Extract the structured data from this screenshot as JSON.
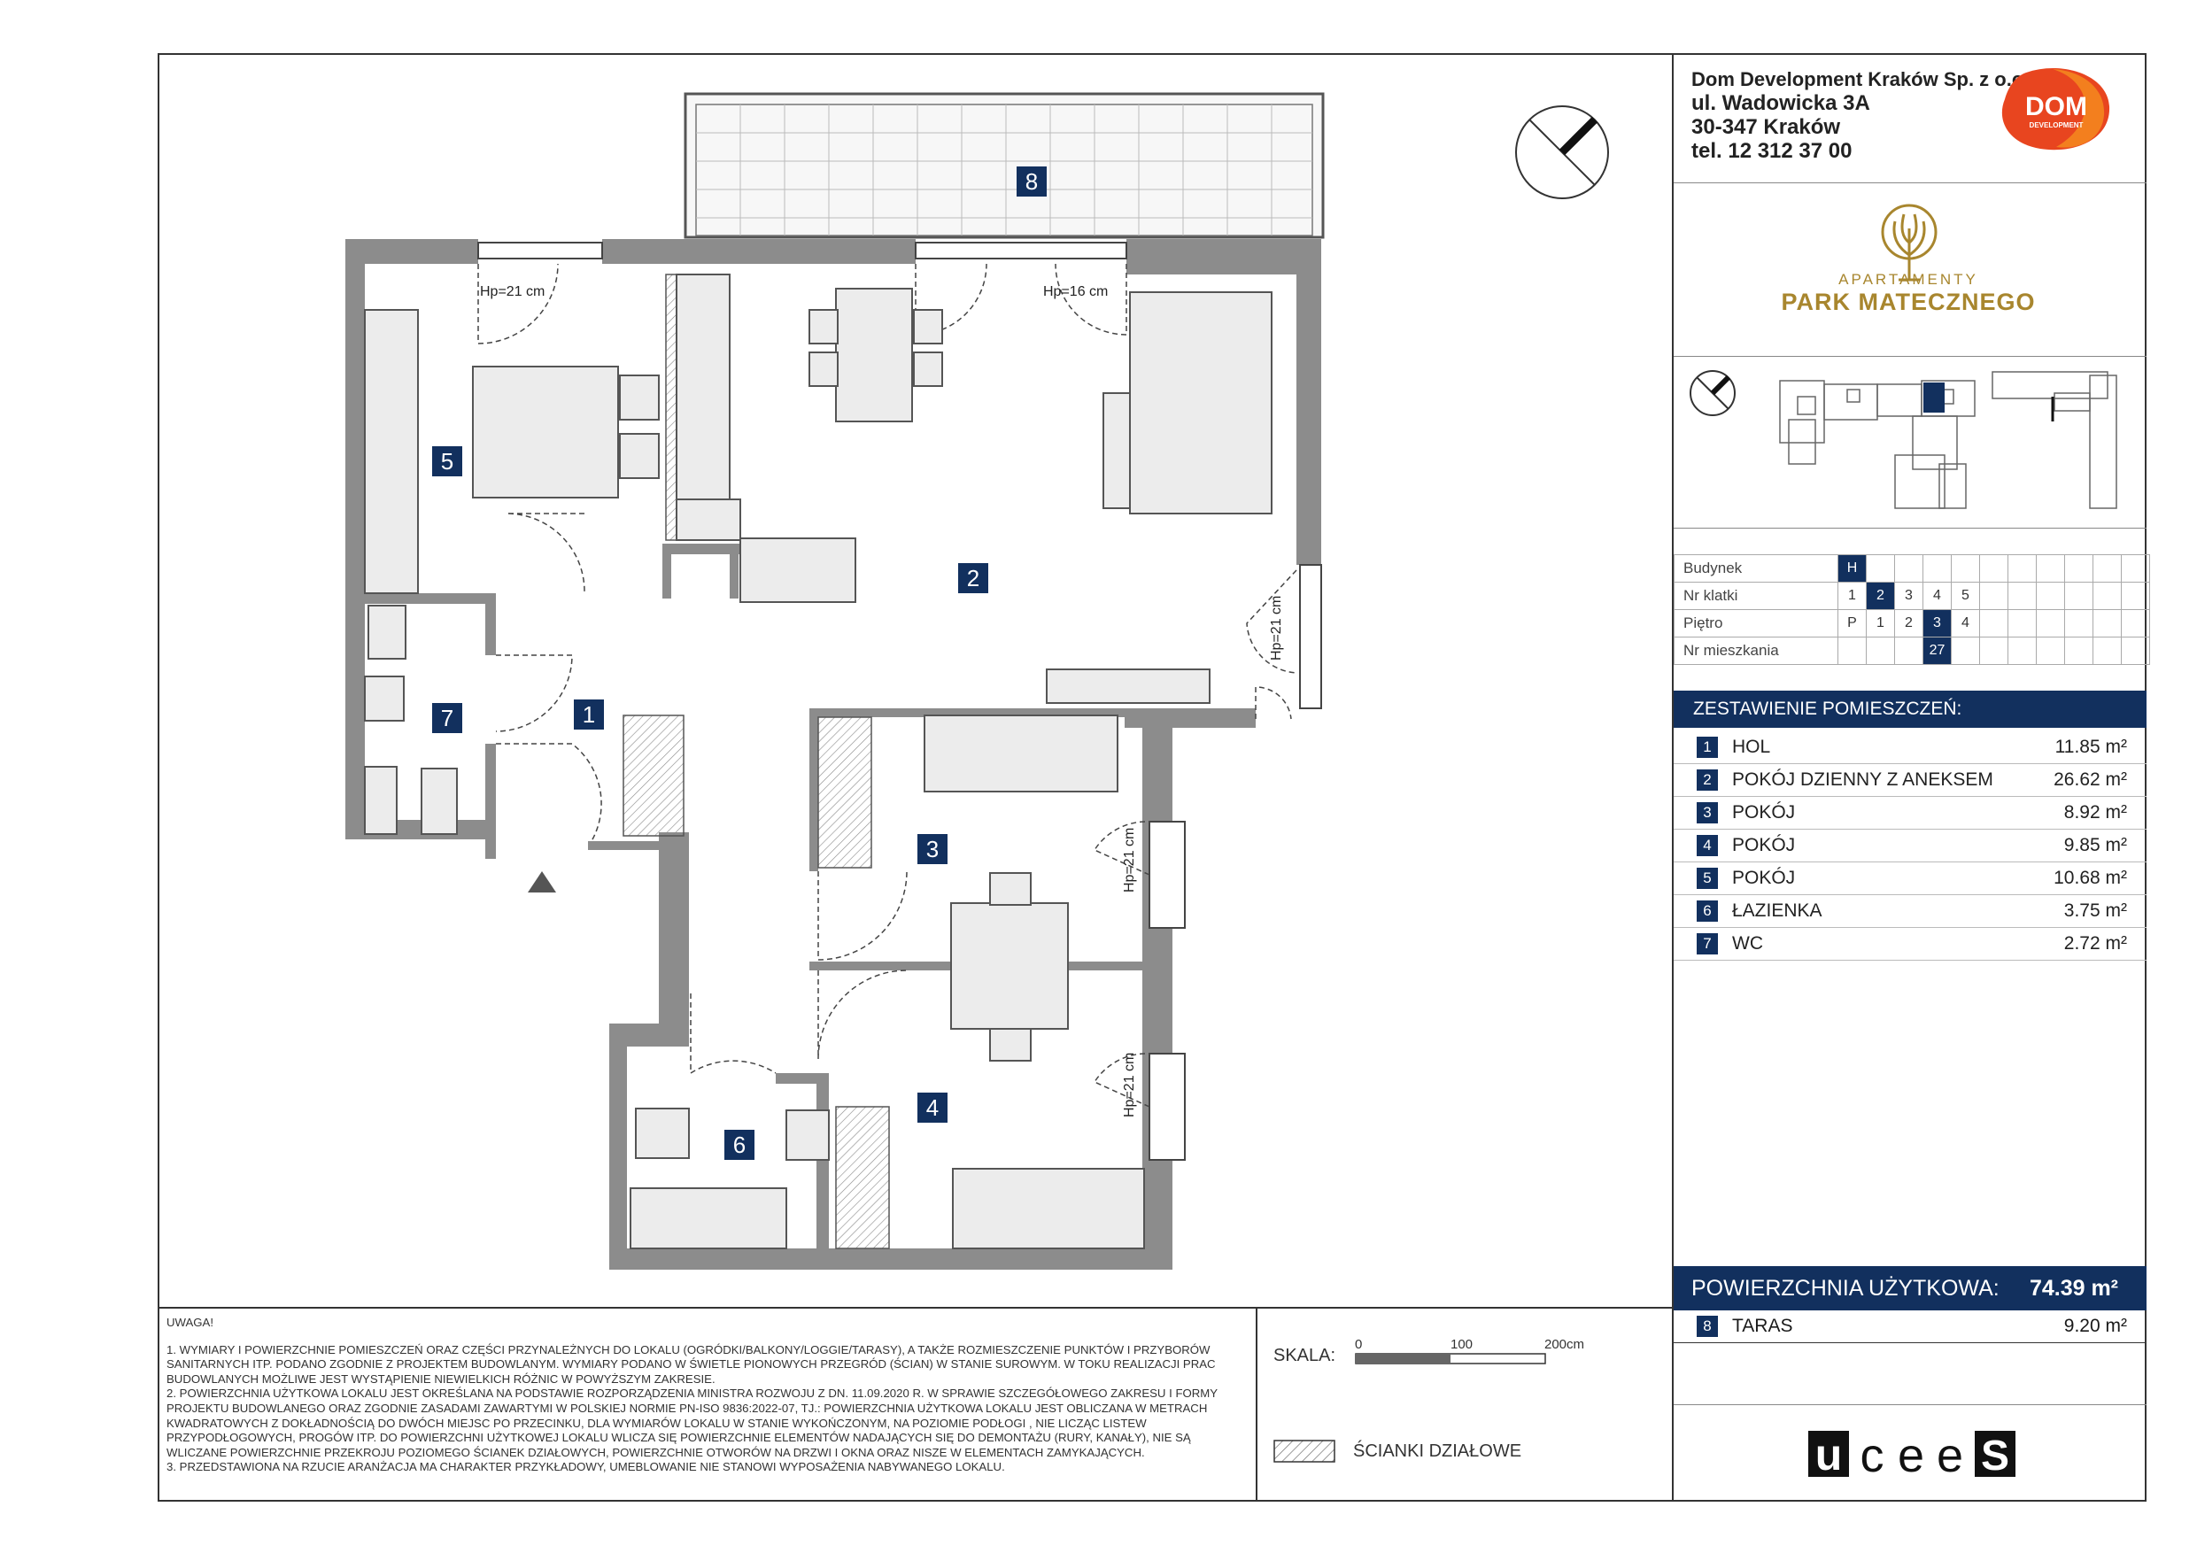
{
  "company": {
    "name": "Dom Development Kraków Sp. z o.o.",
    "street": "ul. Wadowicka 3A",
    "city": "30-347 Kraków",
    "phone": "tel. 12 312 37 00",
    "logo_text_1": "DOM",
    "logo_text_2": "DEVELOPMENT",
    "brand_color": "#e8451f"
  },
  "project": {
    "small": "APARTAMENTY",
    "big": "PARK MATECZNEGO",
    "gold_color": "#a8862e"
  },
  "info_table": {
    "rows": [
      {
        "label": "Budynek",
        "cells": [
          "H"
        ],
        "selected": 0
      },
      {
        "label": "Nr klatki",
        "cells": [
          "1",
          "2",
          "3",
          "4",
          "5"
        ],
        "selected": 1
      },
      {
        "label": "Piętro",
        "cells": [
          "P",
          "1",
          "2",
          "3",
          "4"
        ],
        "selected": 3
      },
      {
        "label": "Nr mieszkania",
        "cells": [
          "",
          "",
          "",
          "27"
        ],
        "selected": 3
      }
    ]
  },
  "summary": {
    "title": "ZESTAWIENIE POMIESZCZEŃ:",
    "rooms": [
      {
        "num": "1",
        "name": "HOL",
        "area": "11.85 m²"
      },
      {
        "num": "2",
        "name": "POKÓJ DZIENNY Z ANEKSEM",
        "area": "26.62 m²"
      },
      {
        "num": "3",
        "name": "POKÓJ",
        "area": "8.92 m²"
      },
      {
        "num": "4",
        "name": "POKÓJ",
        "area": "9.85 m²"
      },
      {
        "num": "5",
        "name": "POKÓJ",
        "area": "10.68 m²"
      },
      {
        "num": "6",
        "name": "ŁAZIENKA",
        "area": "3.75 m²"
      },
      {
        "num": "7",
        "name": "WC",
        "area": "2.72 m²"
      }
    ],
    "total_label": "POWIERZCHNIA UŻYTKOWA:",
    "total_value": "74.39 m²",
    "terrace": {
      "num": "8",
      "name": "TARAS",
      "area": "9.20 m²"
    },
    "accent": "#12305e"
  },
  "plan": {
    "labels": [
      "1",
      "2",
      "3",
      "4",
      "5",
      "6",
      "7",
      "8"
    ],
    "heights": [
      "Hp=21 cm",
      "Hp=16 cm",
      "Hp=21 cm",
      "Hp=21 cm",
      "Hp=21 cm"
    ]
  },
  "notes": {
    "head": "UWAGA!",
    "p1": "1. WYMIARY I POWIERZCHNIE POMIESZCZEŃ ORAZ CZĘŚCI PRZYNALEŻNYCH DO LOKALU (OGRÓDKI/BALKONY/LOGGIE/TARASY), A TAKŻE ROZMIESZCZENIE PUNKTÓW I PRZYBORÓW SANITARNYCH ITP. PODANO ZGODNIE Z PROJEKTEM BUDOWLANYM. WYMIARY PODANO W ŚWIETLE PIONOWYCH PRZEGRÓD (ŚCIAN) W STANIE SUROWYM. W TOKU REALIZACJI PRAC BUDOWLANYCH MOŻLIWE JEST WYSTĄPIENIE NIEWIELKICH RÓŻNIC W POWYŻSZYM ZAKRESIE.",
    "p2": "2. POWIERZCHNIA UŻYTKOWA LOKALU JEST OKREŚLANA NA PODSTAWIE ROZPORZĄDZENIA MINISTRA ROZWOJU Z DN. 11.09.2020 R. W SPRAWIE SZCZEGÓŁOWEGO ZAKRESU I FORMY PROJEKTU BUDOWLANEGO ORAZ ZGODNIE ZASADAMI ZAWARTYMI W POLSKIEJ NORMIE PN-ISO 9836:2022-07, TJ.: POWIERZCHNIA UŻYTKOWA LOKALU JEST OBLICZANA W METRACH KWADRATOWYCH Z DOKŁADNOŚCIĄ DO DWÓCH MIEJSC PO PRZECINKU, DLA WYMIARÓW LOKALU W STANIE WYKOŃCZONYM, NA POZIOMIE PODŁOGI , NIE LICZĄC LISTEW PRZYPODŁOGOWYCH, PROGÓW ITP. DO POWIERZCHNI UŻYTKOWEJ LOKALU WLICZA SIĘ POWIERZCHNIE ELEMENTÓW NADAJĄCYCH SIĘ DO DEMONTAŻU (RURY, KANAŁY), NIE SĄ WLICZANE POWIERZCHNIE PRZEKROJU POZIOMEGO ŚCIANEK DZIAŁOWYCH, POWIERZCHNIE OTWORÓW NA DRZWI I OKNA ORAZ NISZE W ELEMENTACH ZAMYKAJĄCYCH.",
    "p3": "3. PRZEDSTAWIONA NA RZUCIE ARANŻACJA MA CHARAKTER PRZYKŁADOWY, UMEBLOWANIE NIE STANOWI WYPOSAŻENIA NABYWANEGO LOKALU."
  },
  "scale": {
    "label": "SKALA:",
    "n0": "0",
    "n1": "100",
    "n2": "200cm"
  },
  "legend": {
    "hatch": "ŚCIANKI DZIAŁOWE"
  },
  "footer_logo": {
    "letters": [
      "u",
      "c",
      "e",
      "e",
      "S"
    ]
  }
}
